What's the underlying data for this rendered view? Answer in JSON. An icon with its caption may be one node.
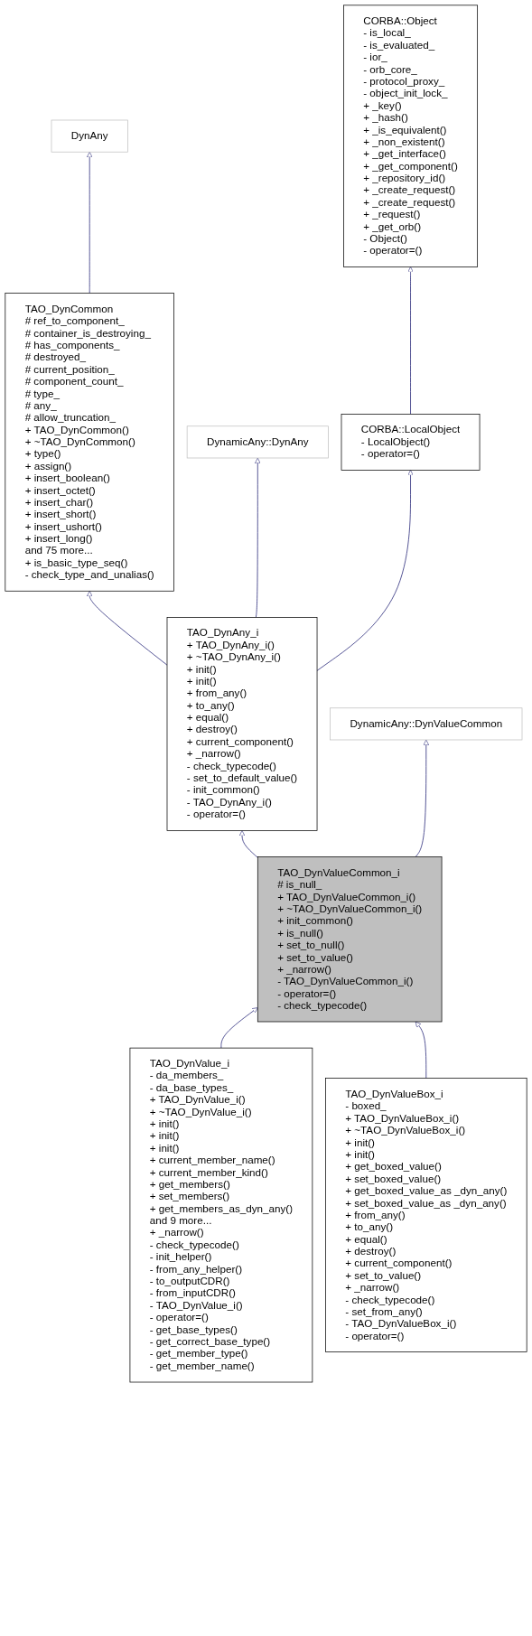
{
  "diagram": {
    "nodes": [
      {
        "text": [
          "CORBA::Object",
          "- is_local_",
          "- is_evaluated_",
          "- ior_",
          "- orb_core_",
          "- protocol_proxy_",
          "- object_init_lock_",
          "+ _key()",
          "+ _hash()",
          "+ _is_equivalent()",
          "+ _non_existent()",
          "+ _get_interface()",
          "+ _get_component()",
          "+ _repository_id()",
          "+ _create_request()",
          "+ _create_request()",
          "+ _request()",
          "+ _get_orb()",
          "- Object()",
          "- operator=()"
        ]
      },
      {
        "text": [
          "DynAny"
        ]
      },
      {
        "text": [
          "TAO_DynCommon",
          "# ref_to_component_",
          "# container_is_destroying_",
          "# has_components_",
          "# destroyed_",
          "# current_position_",
          "# component_count_",
          "# type_",
          "# any_",
          "# allow_truncation_",
          "+ TAO_DynCommon()",
          "+ ~TAO_DynCommon()",
          "+ type()",
          "+ assign()",
          "+ insert_boolean()",
          "+ insert_octet()",
          "+ insert_char()",
          "+ insert_short()",
          "+ insert_ushort()",
          "+ insert_long()",
          "and 75 more...",
          "+ is_basic_type_seq()",
          "- check_type_and_unalias()"
        ]
      },
      {
        "text": [
          "DynamicAny::DynAny"
        ]
      },
      {
        "text": [
          "CORBA::LocalObject",
          "- LocalObject()",
          "- operator=()"
        ]
      },
      {
        "text": [
          "TAO_DynAny_i",
          "+ TAO_DynAny_i()",
          "+ ~TAO_DynAny_i()",
          "+ init()",
          "+ init()",
          "+ from_any()",
          "+ to_any()",
          "+ equal()",
          "+ destroy()",
          "+ current_component()",
          "+ _narrow()",
          "- check_typecode()",
          "- set_to_default_value()",
          "- init_common()",
          "- TAO_DynAny_i()",
          "- operator=()"
        ]
      },
      {
        "text": [
          "DynamicAny::DynValueCommon"
        ]
      },
      {
        "text": [
          "TAO_DynValueCommon_i",
          "# is_null_",
          "+ TAO_DynValueCommon_i()",
          "+ ~TAO_DynValueCommon_i()",
          "+ init_common()",
          "+ is_null()",
          "+ set_to_null()",
          "+ set_to_value()",
          "+ _narrow()",
          "- TAO_DynValueCommon_i()",
          "- operator=()",
          "- check_typecode()"
        ]
      },
      {
        "text": [
          "TAO_DynValue_i",
          "- da_members_",
          "- da_base_types_",
          "+ TAO_DynValue_i()",
          "+ ~TAO_DynValue_i()",
          "+ init()",
          "+ init()",
          "+ init()",
          "+ current_member_name()",
          "+ current_member_kind()",
          "+ get_members()",
          "+ set_members()",
          "+ get_members_as_dyn_any()",
          "and 9 more...",
          "+ _narrow()",
          "- check_typecode()",
          "- init_helper()",
          "- from_any_helper()",
          "- to_outputCDR()",
          "- from_inputCDR()",
          "- TAO_DynValue_i()",
          "- operator=()",
          "- get_base_types()",
          "- get_correct_base_type()",
          "- get_member_type()",
          "- get_member_name()"
        ]
      },
      {
        "text": [
          "TAO_DynValueBox_i",
          "- boxed_",
          "+ TAO_DynValueBox_i()",
          "+ ~TAO_DynValueBox_i()",
          "+ init()",
          "+ init()",
          "+ get_boxed_value()",
          "+ set_boxed_value()",
          "+ get_boxed_value_as _dyn_any()",
          "+ set_boxed_value_as _dyn_any()",
          "+ from_any()",
          "+ to_any()",
          "+ equal()",
          "+ destroy()",
          "+ current_component()",
          "+ set_to_value()",
          "+ _narrow()",
          "- check_typecode()",
          "- set_from_any()",
          "- TAO_DynValueBox_i()",
          "- operator=()"
        ]
      }
    ],
    "edges": [
      {
        "from": 2,
        "to": 1,
        "arrow": "to"
      },
      {
        "from": 4,
        "to": 0,
        "arrow": "to"
      },
      {
        "from": 5,
        "to": 3,
        "arrow": "to"
      },
      {
        "from": 5,
        "to": 2,
        "arrow": "to"
      },
      {
        "from": 5,
        "to": 4,
        "arrow": "to"
      },
      {
        "from": 7,
        "to": 6,
        "arrow": "to"
      },
      {
        "from": 7,
        "to": 5,
        "arrow": "to"
      },
      {
        "from": 8,
        "to": 7,
        "arrow": "to"
      },
      {
        "from": 9,
        "to": 7,
        "arrow": "to"
      }
    ]
  }
}
